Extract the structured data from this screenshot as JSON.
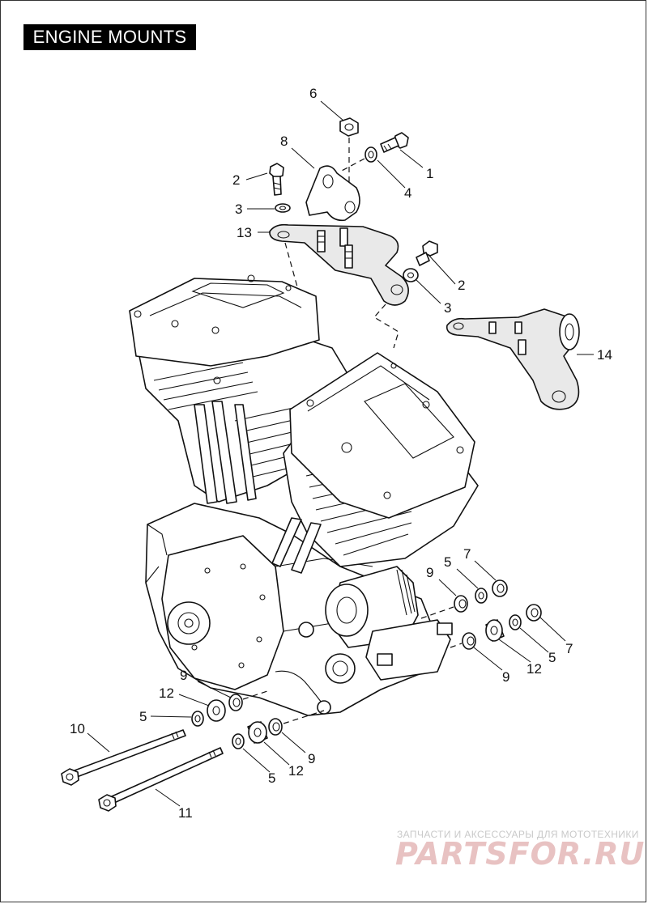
{
  "title": "ENGINE MOUNTS",
  "callouts": [
    {
      "id": "c6",
      "label": "6"
    },
    {
      "id": "c8",
      "label": "8"
    },
    {
      "id": "c1",
      "label": "1"
    },
    {
      "id": "c4",
      "label": "4"
    },
    {
      "id": "c2a",
      "label": "2"
    },
    {
      "id": "c3a",
      "label": "3"
    },
    {
      "id": "c13",
      "label": "13"
    },
    {
      "id": "c2b",
      "label": "2"
    },
    {
      "id": "c3b",
      "label": "3"
    },
    {
      "id": "c14",
      "label": "14"
    },
    {
      "id": "c5a",
      "label": "5"
    },
    {
      "id": "c7a",
      "label": "7"
    },
    {
      "id": "c9a",
      "label": "9"
    },
    {
      "id": "c7b",
      "label": "7"
    },
    {
      "id": "c5b",
      "label": "5"
    },
    {
      "id": "c12a",
      "label": "12"
    },
    {
      "id": "c9b",
      "label": "9"
    },
    {
      "id": "c9c",
      "label": "9"
    },
    {
      "id": "c12b",
      "label": "12"
    },
    {
      "id": "c5c",
      "label": "5"
    },
    {
      "id": "c10",
      "label": "10"
    },
    {
      "id": "c9d",
      "label": "9"
    },
    {
      "id": "c12c",
      "label": "12"
    },
    {
      "id": "c5d",
      "label": "5"
    },
    {
      "id": "c11",
      "label": "11"
    }
  ],
  "watermark": {
    "top": "ЗАПЧАСТИ И АКСЕССУАРЫ ДЛЯ МОТОТЕХНИКИ",
    "main": "PARTSFOR.RU"
  }
}
